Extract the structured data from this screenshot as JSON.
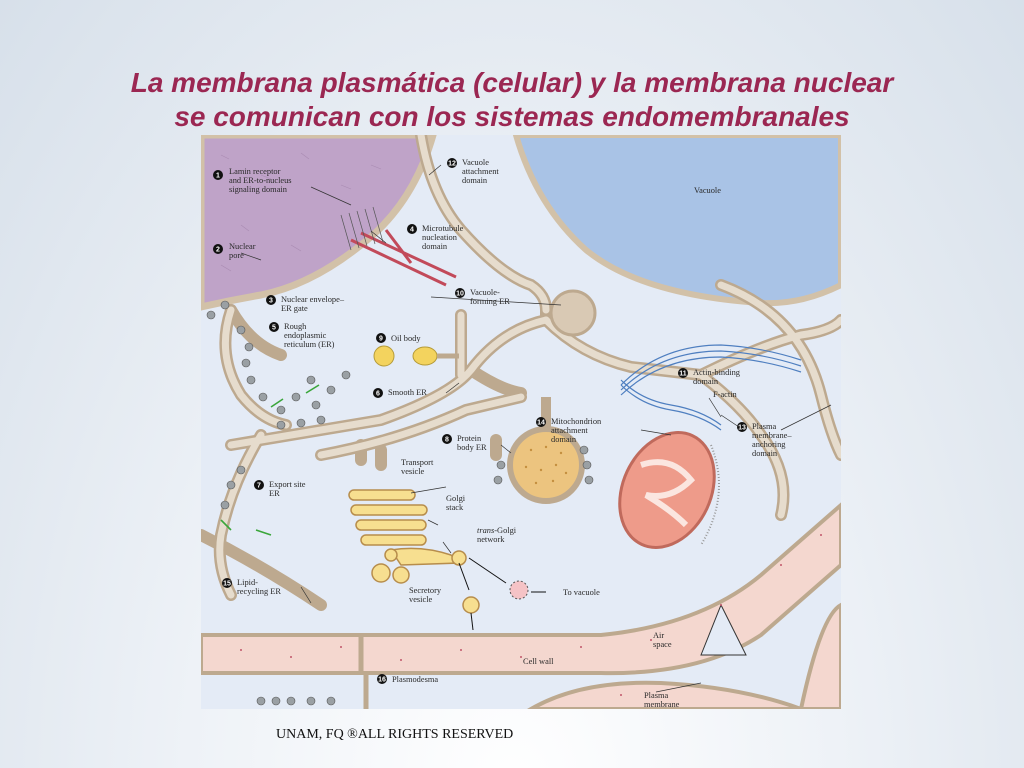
{
  "title": {
    "line1": "La membrana plasmática (celular) y la membrana nuclear",
    "line2": "se comunican con los sistemas endomembranales"
  },
  "footer": "UNAM, FQ ®ALL RIGHTS RESERVED",
  "colors": {
    "title": "#9b2752",
    "nucleus": "#bfa3c8",
    "vacuole": "#a9c3e6",
    "cytoplasm": "#e4ebf6",
    "er_membrane": "#d9c9b4",
    "cell_wall": "#f4d7cf",
    "golgi": "#f7df90",
    "mitochondrion": "#ee9b8a",
    "actin": "#4f7fc0"
  },
  "diagram": {
    "labels": {
      "n1": "1",
      "lamin": [
        "Lamin receptor",
        "and ER-to-nucleus",
        "signaling domain"
      ],
      "n2": "2",
      "pore": [
        "Nuclear",
        "pore"
      ],
      "n3": "3",
      "gate": [
        "Nuclear envelope–",
        "ER gate"
      ],
      "n4": "4",
      "microtubule": [
        "Microtubule",
        "nucleation",
        "domain"
      ],
      "n5": "5",
      "rough": [
        "Rough",
        "endoplasmic",
        "reticulum (ER)"
      ],
      "n6": "6",
      "smooth": "Smooth ER",
      "n7": "7",
      "export": [
        "Export site",
        "ER"
      ],
      "n8": "8",
      "protein": [
        "Protein",
        "body ER"
      ],
      "n9": "9",
      "oil": "Oil body",
      "n10": "10",
      "vacforming": [
        "Vacuole-",
        "forming ER"
      ],
      "n11": "11",
      "actinbinding": [
        "Actin-binding",
        "domain"
      ],
      "factin": "F-actin",
      "n12": "12",
      "vacattach": [
        "Vacuole",
        "attachment",
        "domain"
      ],
      "n13": "13",
      "pmanchor": [
        "Plasma",
        "membrane–",
        "anchoring",
        "domain"
      ],
      "n14": "14",
      "mitoattach": [
        "Mitochondrion",
        "attachment",
        "domain"
      ],
      "n15": "15",
      "lipid": [
        "Lipid-",
        "recycling ER"
      ],
      "n16": "16",
      "plasmodesma": "Plasmodesma",
      "vacuole": "Vacuole",
      "transport": [
        "Transport",
        "vesicle"
      ],
      "golgi": [
        "Golgi",
        "stack"
      ],
      "transgolgi_prefix": "trans",
      "transgolgi_rest": "-Golgi",
      "network": "network",
      "secretory": [
        "Secretory",
        "vesicle"
      ],
      "tovacuole": "To vacuole",
      "airspace": [
        "Air",
        "space"
      ],
      "cellwall": "Cell wall",
      "plasmamembrane": [
        "Plasma",
        "membrane"
      ]
    }
  }
}
